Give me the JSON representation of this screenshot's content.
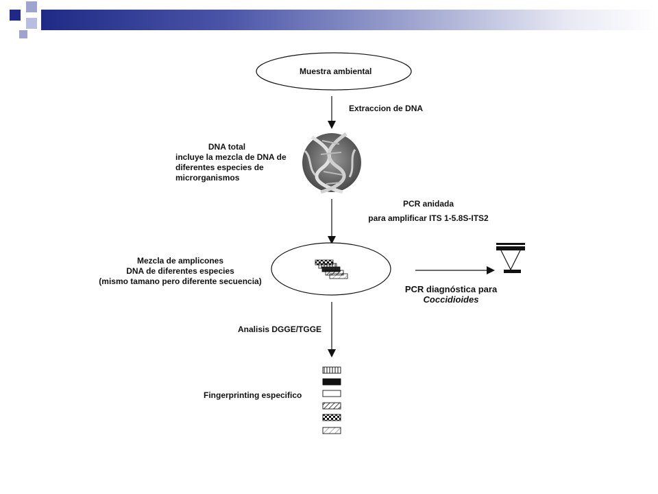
{
  "diagram": {
    "start_node": "Muestra ambiental",
    "step1_label": "Extraccion de DNA",
    "dna_total": {
      "line1": "DNA total",
      "line2": "incluye la mezcla de DNA de",
      "line3": "diferentes especies de",
      "line4": "microrganismos"
    },
    "pcr_nested": {
      "line1": "PCR anidada",
      "line2": "para amplificar ITS 1-5.8S-ITS2"
    },
    "amplicons": {
      "line1": "Mezcla de amplicones",
      "line2": "DNA de diferentes especies",
      "line3": "(mismo tamano pero diferente secuencia)"
    },
    "pcr_diagnostic": {
      "line1": "PCR diagnóstica para",
      "line2": "Coccidioides"
    },
    "dgge_label": "Analisis DGGE/TGGE",
    "fingerprint_label": "Fingerprinting especifico"
  },
  "theme": {
    "title_bar_color": "#1f2a86",
    "accent_light": "#9ea4cf"
  }
}
